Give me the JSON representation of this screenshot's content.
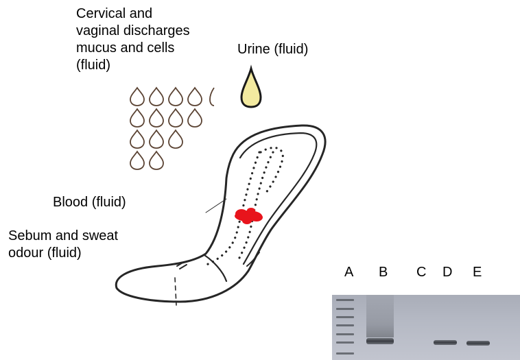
{
  "labels": {
    "cervical": "Cervical and\nvaginal discharges\nmucus and cells\n(fluid)",
    "urine": "Urine (fluid)",
    "blood": "Blood (fluid)",
    "sebum": "Sebum and sweat\nodour (fluid)"
  },
  "gel": {
    "lanes": [
      "A",
      "B",
      "C",
      "D",
      "E"
    ]
  },
  "colors": {
    "outline": "#3a3a3a",
    "droplet": "#5a4232",
    "urine_fill": "#f3eaa0",
    "blood": "#e8141c"
  },
  "icons": {
    "droplet": "droplet-icon",
    "urine": "urine-drop-icon",
    "pad": "sanitary-pad-icon"
  }
}
